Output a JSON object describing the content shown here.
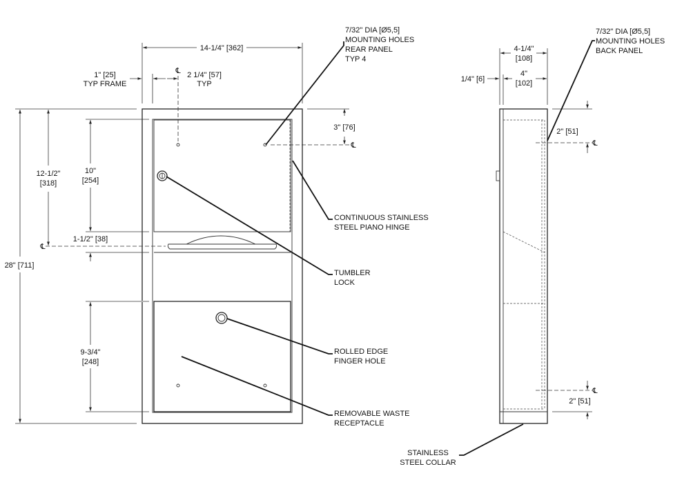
{
  "front_view": {
    "overall_width": "14-1/4\" [362]",
    "frame_width": "1\" [25]",
    "frame_note": "TYP FRAME",
    "hole_offset": "2 1/4\" [57]",
    "hole_offset_note": "TYP",
    "centerline_symbol": "℄",
    "top_hole_offset": "3\" [76]",
    "overall_height": "28\" [711]",
    "upper_height_a": "12-1/2\"",
    "upper_height_b": "[318]",
    "door_height_a": "10\"",
    "door_height_b": "[254]",
    "dispenser_slot": "1-1/2\" [38]",
    "waste_height_a": "9-3/4\"",
    "waste_height_b": "[248]"
  },
  "side_view": {
    "depth_overall_a": "4-1/4\"",
    "depth_overall_b": "[108]",
    "depth_inner_a": "4\"",
    "depth_inner_b": "[102]",
    "flange": "1/4\" [6]",
    "top_hole": "2\" [51]",
    "bottom_hole": "2\" [51]"
  },
  "callouts": {
    "rear_holes": [
      "7/32\" DIA [Ø5,5]",
      "MOUNTING HOLES",
      "REAR PANEL",
      "TYP 4"
    ],
    "back_holes": [
      "7/32\" DIA [Ø5,5]",
      "MOUNTING HOLES",
      "BACK PANEL"
    ],
    "hinge": [
      "CONTINUOUS STAINLESS",
      "STEEL PIANO HINGE"
    ],
    "lock": [
      "TUMBLER",
      "LOCK"
    ],
    "finger_hole": [
      "ROLLED EDGE",
      "FINGER HOLE"
    ],
    "receptacle": [
      "REMOVABLE WASTE",
      "RECEPTACLE"
    ],
    "collar": [
      "STAINLESS",
      "STEEL COLLAR"
    ]
  }
}
